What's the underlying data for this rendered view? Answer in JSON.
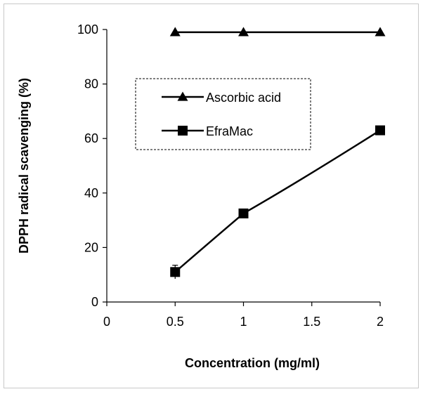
{
  "chart_data": {
    "type": "line",
    "title": "",
    "xlabel": "Concentration (mg/ml)",
    "ylabel": "DPPH radical scavenging (%)",
    "xlim": [
      0,
      2
    ],
    "ylim": [
      0,
      100
    ],
    "x_ticks": [
      "0",
      "0.5",
      "1",
      "1.5",
      "2"
    ],
    "y_ticks": [
      "0",
      "20",
      "40",
      "60",
      "80",
      "100"
    ],
    "grid": false,
    "legend_position": "upper-left inside plot, dashed border",
    "series": [
      {
        "name": "Ascorbic acid",
        "marker": "triangle",
        "color": "#000000",
        "x": [
          0.5,
          1,
          2
        ],
        "y": [
          99,
          99,
          99
        ]
      },
      {
        "name": "EfraMac",
        "marker": "square",
        "color": "#000000",
        "x": [
          0.5,
          1,
          2
        ],
        "y": [
          11,
          32.5,
          63
        ],
        "error": [
          2.5,
          1,
          1
        ]
      }
    ]
  }
}
